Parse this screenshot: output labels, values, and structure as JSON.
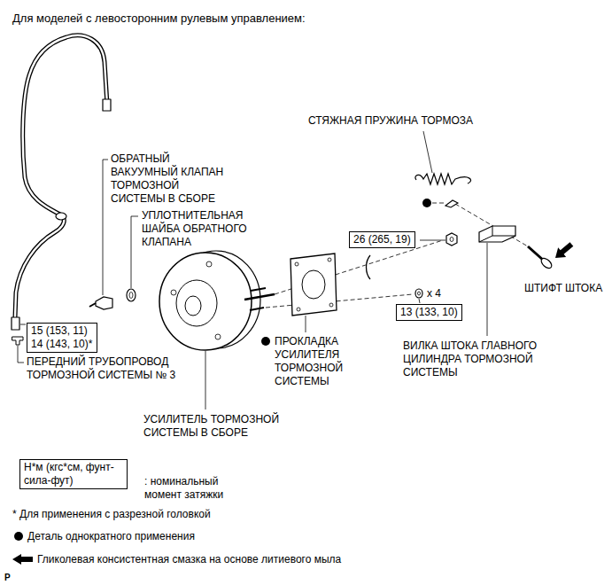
{
  "diagram": {
    "title": "Для моделей с левосторонним рулевым управлением:",
    "nodes": [
      {
        "text": [
          "26 (265, 19)"
        ]
      },
      {
        "text": [
          "13 (133, 10)"
        ]
      },
      {
        "text": [
          "15 (153, 11)",
          "14 (143, 10)*"
        ]
      },
      {
        "text": [
          "Н*м (кгс*см, фунт-сила-фут)"
        ]
      }
    ],
    "labels": [
      "СТЯЖНАЯ ПРУЖИНА ТОРМОЗА",
      "ОБРАТНЫЙ ВАКУУМНЫЙ КЛАПАН ТОРМОЗНОЙ СИСТЕМЫ В СБОРЕ",
      "УПЛОТНИТЕЛЬНАЯ ШАЙБА ОБРАТНОГО КЛАПАНА",
      "x 4",
      "ШТИФТ ШТОКА",
      "ПРОКЛАДКА УСИЛИТЕЛЯ ТОРМОЗНОЙ СИСТЕМЫ",
      "ВИЛКА ШТОКА ГЛАВНОГО ЦИЛИНДРА ТОРМОЗНОЙ СИСТЕМЫ",
      "ПЕРЕДНИЙ ТРУБОПРОВОД ТОРМОЗНОЙ СИСТЕМЫ № 3",
      "УСИЛИТЕЛЬ ТОРМОЗНОЙ СИСТЕМЫ В СБОРЕ",
      "* Для применения с разрезной головкой",
      "P"
    ],
    "legend": [
      {
        "text": ": номинальный момент затяжки"
      },
      {
        "text": "Деталь однократного применения"
      },
      {
        "text": "Гликолевая консистентная смазка на основе литиевого мыла"
      }
    ]
  }
}
